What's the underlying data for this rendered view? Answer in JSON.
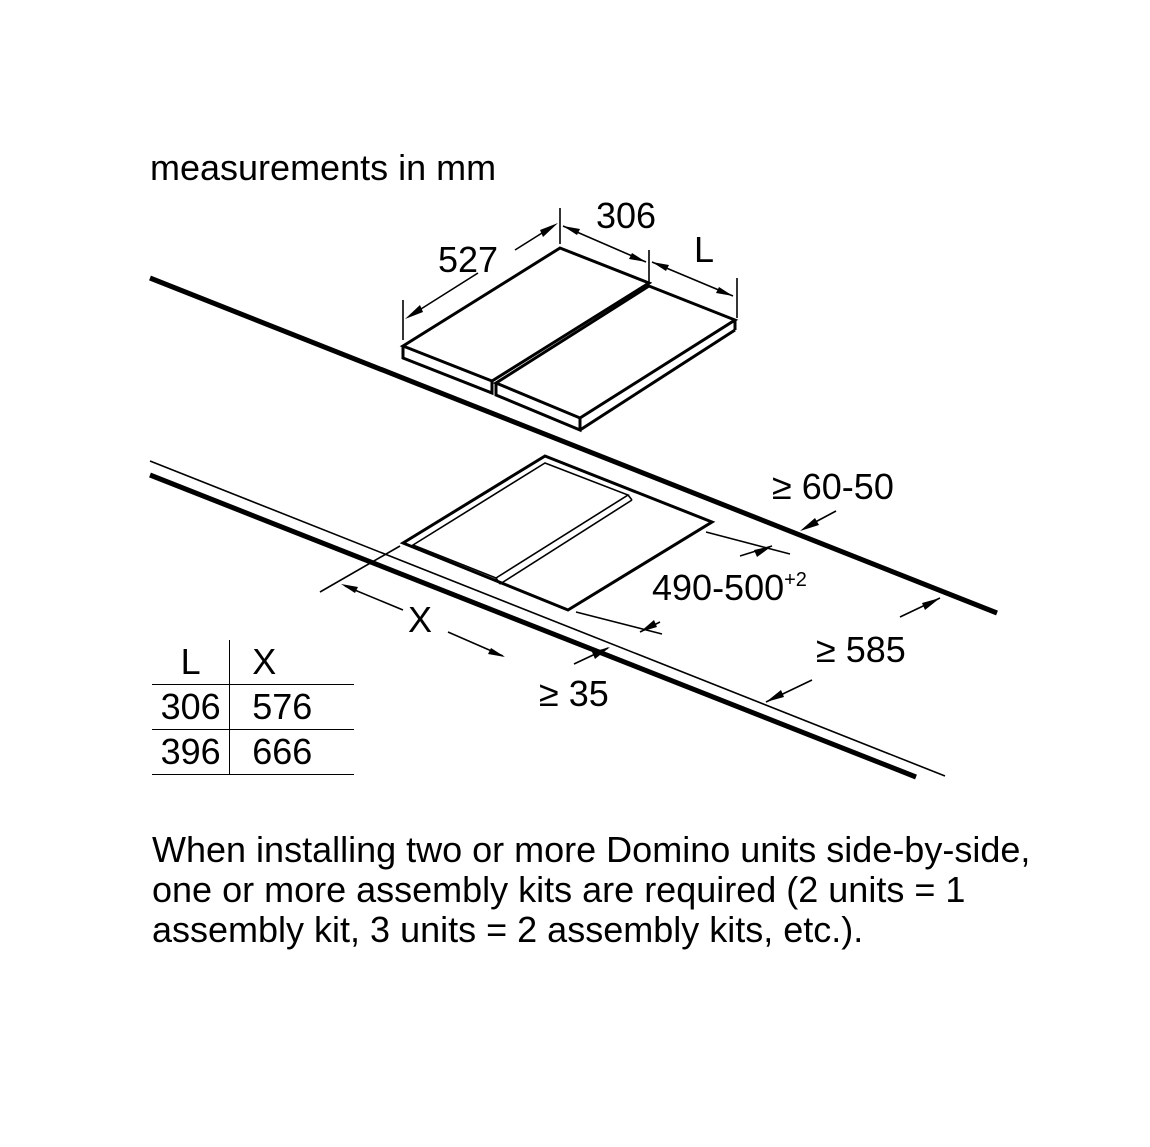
{
  "header": {
    "units_label": "measurements in mm"
  },
  "dimensions": {
    "width_306": "306",
    "length_L": "L",
    "depth_527": "527",
    "worktop_gap": "≥ 60-50",
    "cutout_depth": "490-500",
    "cutout_depth_tolerance": "+2",
    "worktop_depth": "≥ 585",
    "front_gap": "≥ 35",
    "cutout_width_X": "X"
  },
  "size_table": {
    "headers": [
      "L",
      "X"
    ],
    "rows": [
      [
        "306",
        "576"
      ],
      [
        "396",
        "666"
      ]
    ]
  },
  "note": {
    "text": "When installing two or more Domino units side-by-side, one or more assembly kits are required (2 units = 1 assembly kit, 3 units = 2 assembly kits, etc.)."
  }
}
